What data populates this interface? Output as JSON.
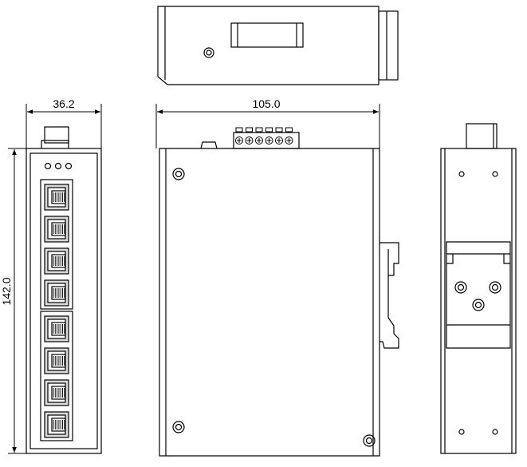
{
  "dimensions": {
    "front_width": "36.2",
    "side_width": "105.0",
    "height": "142.0"
  },
  "counts": {
    "rj45_ports": 8,
    "leds": 3,
    "terminal_block_pins": 6
  },
  "colors": {
    "stroke": "#000000",
    "face": "#ffffff",
    "port_shade": "#d9d9d9"
  }
}
